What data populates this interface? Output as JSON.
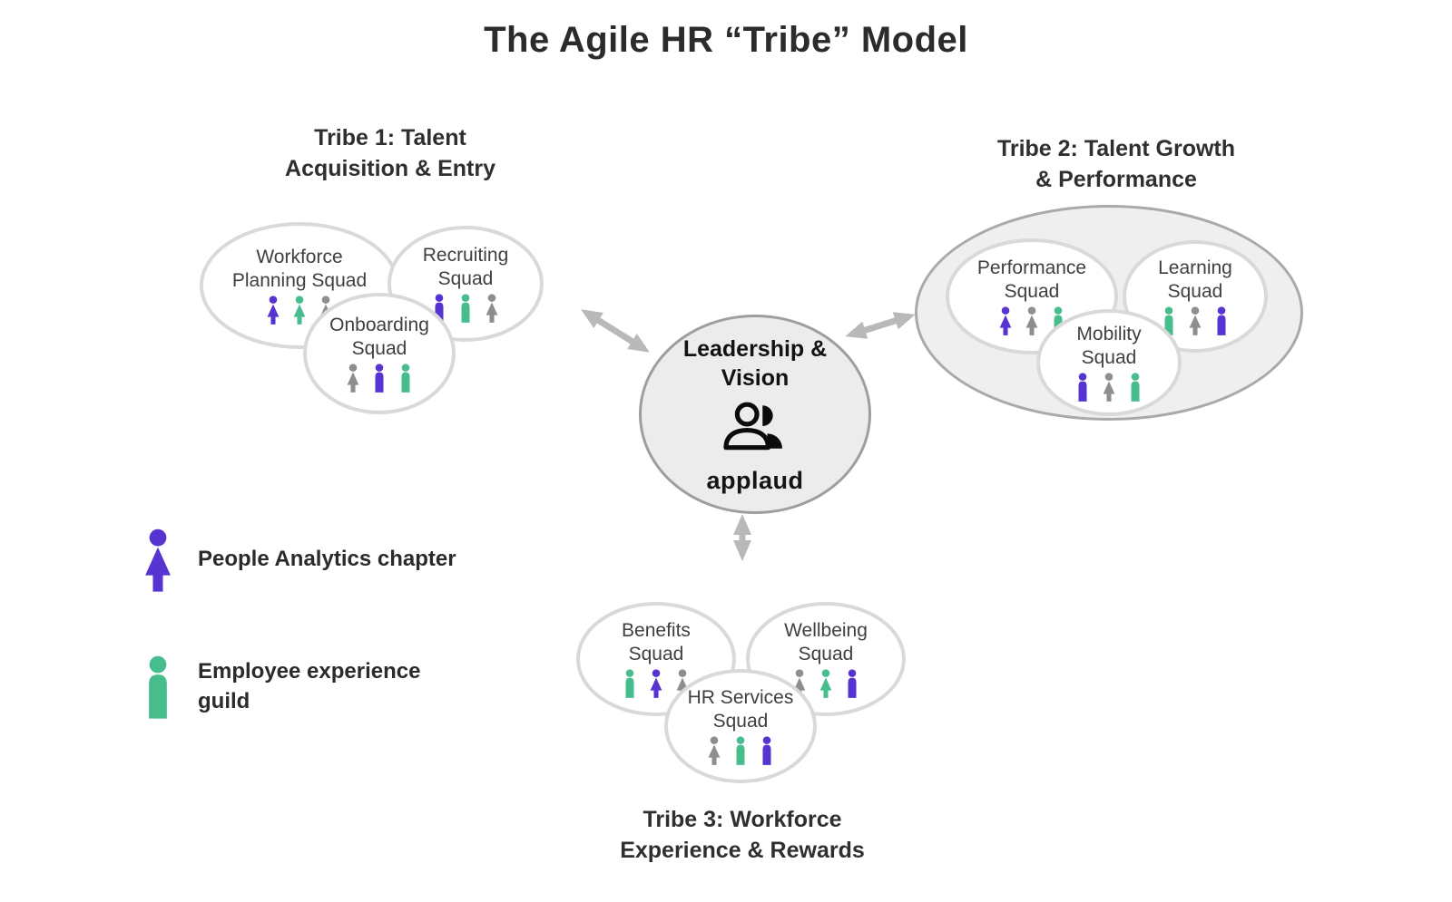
{
  "title": "The Agile HR “Tribe” Model",
  "colors": {
    "analytics": "#5634D2",
    "guild": "#47BD8E",
    "member": "#8E8E8E",
    "arrow": "#B9B9B9",
    "squad-stroke": "#D9D9D9",
    "tribe-fill": "#EFEFEF",
    "tribe-stroke": "#A9A9A9",
    "center-fill": "#ECECEC",
    "center-stroke": "#9E9E9E"
  },
  "center": {
    "label": "Leadership &\nVision",
    "icon": "two-people-icon",
    "logo": "applaud"
  },
  "tribes": [
    {
      "label": "Tribe 1: Talent\nAcquisition & Entry",
      "squads": [
        {
          "name": "Workforce\nPlanning Squad",
          "members": [
            {
              "role": "analytics",
              "shape": "female"
            },
            {
              "role": "guild",
              "shape": "female"
            },
            {
              "role": "member",
              "shape": "female"
            }
          ]
        },
        {
          "name": "Recruiting\nSquad",
          "members": [
            {
              "role": "analytics",
              "shape": "male"
            },
            {
              "role": "guild",
              "shape": "male"
            },
            {
              "role": "member",
              "shape": "female"
            }
          ]
        },
        {
          "name": "Onboarding\nSquad",
          "members": [
            {
              "role": "member",
              "shape": "female"
            },
            {
              "role": "analytics",
              "shape": "male"
            },
            {
              "role": "guild",
              "shape": "male"
            }
          ]
        }
      ]
    },
    {
      "label": "Tribe 2: Talent Growth\n& Performance",
      "squads": [
        {
          "name": "Performance\nSquad",
          "members": [
            {
              "role": "analytics",
              "shape": "female"
            },
            {
              "role": "member",
              "shape": "female"
            },
            {
              "role": "guild",
              "shape": "male"
            }
          ]
        },
        {
          "name": "Learning\nSquad",
          "members": [
            {
              "role": "guild",
              "shape": "male"
            },
            {
              "role": "member",
              "shape": "female"
            },
            {
              "role": "analytics",
              "shape": "male"
            }
          ]
        },
        {
          "name": "Mobility\nSquad",
          "members": [
            {
              "role": "analytics",
              "shape": "male"
            },
            {
              "role": "member",
              "shape": "female"
            },
            {
              "role": "guild",
              "shape": "male"
            }
          ]
        }
      ]
    },
    {
      "label": "Tribe 3: Workforce\nExperience & Rewards",
      "squads": [
        {
          "name": "Benefits\nSquad",
          "members": [
            {
              "role": "guild",
              "shape": "male"
            },
            {
              "role": "analytics",
              "shape": "female"
            },
            {
              "role": "member",
              "shape": "female"
            }
          ]
        },
        {
          "name": "Wellbeing\nSquad",
          "members": [
            {
              "role": "member",
              "shape": "female"
            },
            {
              "role": "guild",
              "shape": "female"
            },
            {
              "role": "analytics",
              "shape": "male"
            }
          ]
        },
        {
          "name": "HR Services\nSquad",
          "members": [
            {
              "role": "member",
              "shape": "female"
            },
            {
              "role": "guild",
              "shape": "male"
            },
            {
              "role": "analytics",
              "shape": "male"
            }
          ]
        }
      ]
    }
  ],
  "legend": [
    {
      "label": "People Analytics chapter",
      "members": [
        {
          "role": "analytics",
          "shape": "female"
        }
      ]
    },
    {
      "label": "Employee experience\nguild",
      "members": [
        {
          "role": "guild",
          "shape": "male"
        }
      ]
    }
  ]
}
